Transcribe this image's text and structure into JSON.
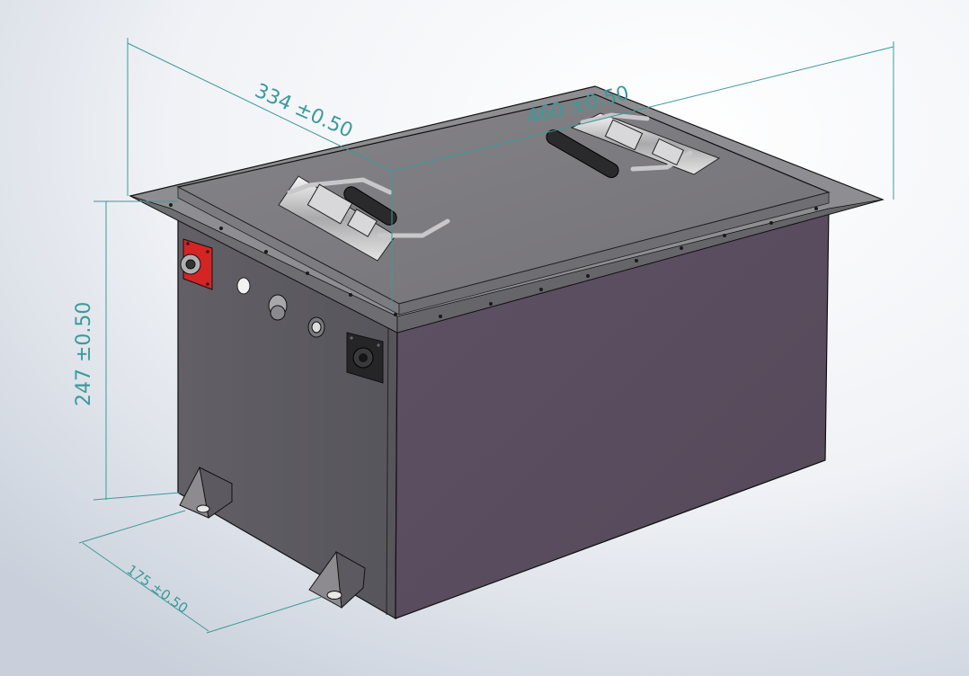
{
  "dimensions": {
    "length": "460 ±0.50",
    "width": "334 ±0.50",
    "height": "247 ±0.50",
    "foot_spacing": "175 ±0.50"
  },
  "colors": {
    "dimension": "#3c9a9a",
    "bg_light": "#ffffff",
    "bg_dark": "#c9d0db",
    "body_front": "#5a4d61",
    "body_side": "#5c5862",
    "lid_top": "#7a797c",
    "flange": "#8e8d91",
    "terminal_red": "#d42424",
    "handle_grip": "#2a2a2c"
  },
  "icons": {
    "positive_terminal": "red-terminal-icon",
    "negative_terminal": "black-terminal-icon"
  }
}
